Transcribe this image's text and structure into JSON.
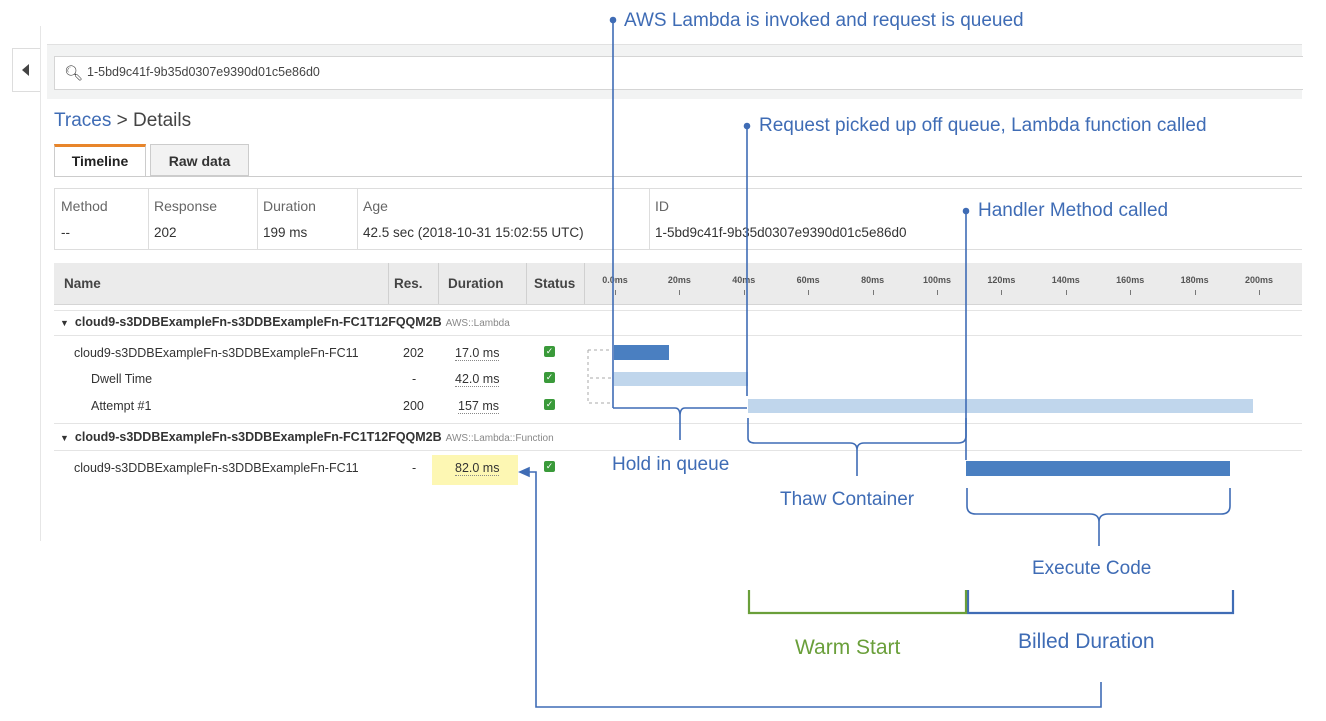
{
  "search": {
    "query": "1-5bd9c41f-9b35d0307e9390d01c5e86d0"
  },
  "breadcrumb": {
    "root": "Traces",
    "separator": ">",
    "current": "Details"
  },
  "tabs": [
    {
      "label": "Timeline",
      "active": true
    },
    {
      "label": "Raw data",
      "active": false
    }
  ],
  "summary": [
    {
      "label": "Method",
      "value": "--"
    },
    {
      "label": "Response",
      "value": "202"
    },
    {
      "label": "Duration",
      "value": "199 ms"
    },
    {
      "label": "Age",
      "value": "42.5 sec (2018-10-31 15:02:55 UTC)"
    },
    {
      "label": "ID",
      "value": "1-5bd9c41f-9b35d0307e9390d01c5e86d0"
    }
  ],
  "columns": {
    "name": "Name",
    "res": "Res.",
    "duration": "Duration",
    "status": "Status"
  },
  "timeline_ticks": [
    "0.0ms",
    "20ms",
    "40ms",
    "60ms",
    "80ms",
    "100ms",
    "120ms",
    "140ms",
    "160ms",
    "180ms",
    "200ms"
  ],
  "segments": [
    {
      "name": "cloud9-s3DDBExampleFn-s3DDBExampleFn-FC1T12FQQM2B",
      "origin": "AWS::Lambda",
      "rows": [
        {
          "name": "cloud9-s3DDBExampleFn-s3DDBExampleFn-FC11",
          "res": "202",
          "duration": "17.0 ms",
          "status": "ok"
        },
        {
          "name": "Dwell Time",
          "res": "-",
          "duration": "42.0 ms",
          "status": "ok"
        },
        {
          "name": "Attempt #1",
          "res": "200",
          "duration": "157 ms",
          "status": "ok"
        }
      ]
    },
    {
      "name": "cloud9-s3DDBExampleFn-s3DDBExampleFn-FC1T12FQQM2B",
      "origin": "AWS::Lambda::Function",
      "rows": [
        {
          "name": "cloud9-s3DDBExampleFn-s3DDBExampleFn-FC11",
          "res": "-",
          "duration": "82.0 ms",
          "status": "ok"
        }
      ]
    }
  ],
  "annotations": {
    "invoked": "AWS Lambda is invoked and request is queued",
    "picked_up": "Request picked up off queue, Lambda function called",
    "handler": "Handler Method called",
    "hold_in_queue": "Hold in queue",
    "thaw_container": "Thaw Container",
    "execute_code": "Execute Code",
    "warm_start": "Warm Start",
    "billed_duration": "Billed Duration"
  },
  "colors": {
    "annotation_blue": "#3f6cb5",
    "annotation_green": "#6a9f3a",
    "bar_dark": "#4a7fc1",
    "bar_light": "#c0d6ec",
    "highlight": "#fdf7b3",
    "tab_accent": "#e8852a"
  }
}
